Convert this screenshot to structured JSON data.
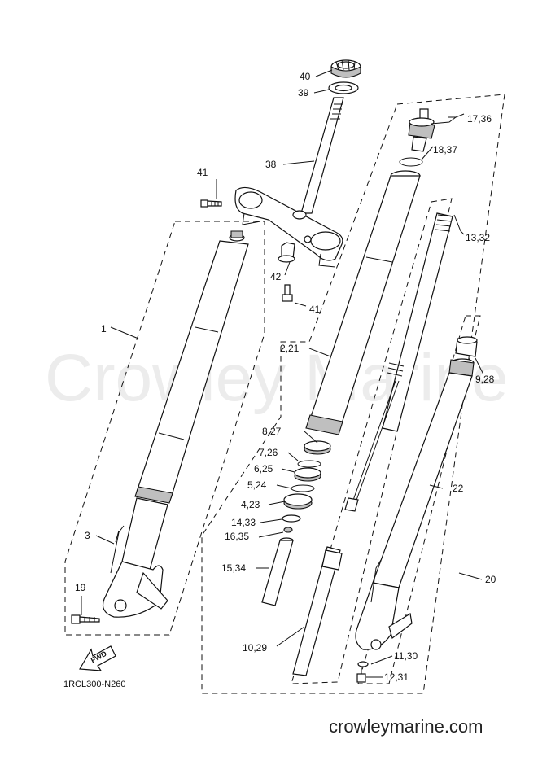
{
  "watermark": "Crowley Marine",
  "diagram_code": "1RCL300-N260",
  "site": "crowleymarine.com",
  "fwd_label": "FWD",
  "callouts": {
    "c1": "1",
    "c2_21": "2,21",
    "c3": "3",
    "c4_23": "4,23",
    "c5_24": "5,24",
    "c6_25": "6,25",
    "c7_26": "7,26",
    "c8_27": "8,27",
    "c9_28": "9,28",
    "c10_29": "10,29",
    "c11_30": "11,30",
    "c12_31": "12,31",
    "c13_32": "13,32",
    "c14_33": "14,33",
    "c15_34": "15,34",
    "c16_35": "16,35",
    "c17_36": "17,36",
    "c18_37": "18,37",
    "c19": "19",
    "c20": "20",
    "c22": "22",
    "c38": "38",
    "c39": "39",
    "c40": "40",
    "c41a": "41",
    "c41b": "41",
    "c42": "42"
  }
}
